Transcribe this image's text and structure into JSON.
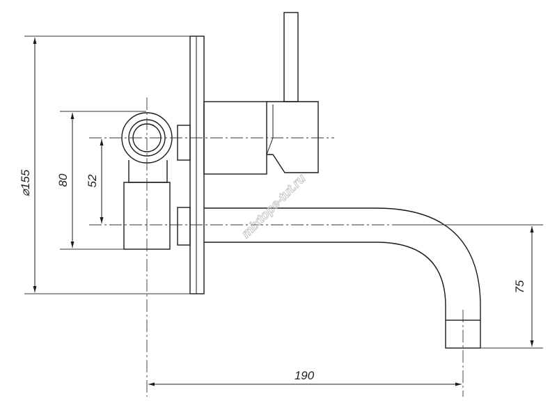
{
  "dimensions": {
    "plate_diameter": "⌀155",
    "height_80": "80",
    "height_52": "52",
    "spout_drop": "75",
    "spout_reach": "190"
  },
  "watermark": "mixtope-tut.ru",
  "colors": {
    "line": "#1a1a1a",
    "centerline": "#333333",
    "watermark": "#bdbdbd"
  }
}
